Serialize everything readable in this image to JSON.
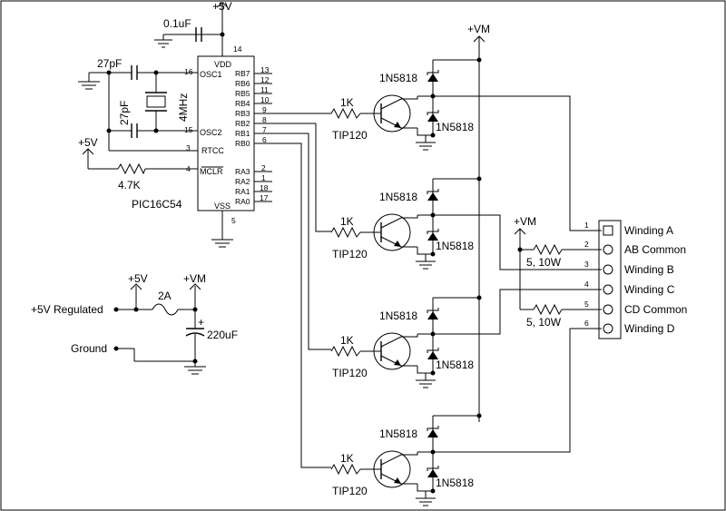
{
  "schematic": {
    "power": {
      "v5_top": "+5V",
      "vm_top": "+VM",
      "v5_left": "+5V",
      "v5_reg": "+5V",
      "vm_reg": "+VM",
      "vm_right": "+VM"
    },
    "pic": {
      "part": "PIC16C54",
      "vdd": "VDD",
      "vss": "VSS",
      "osc1": "OSC1",
      "osc2": "OSC2",
      "rtcc": "RTCC",
      "mclr": "MCLR",
      "rb_pins": [
        "RB7",
        "RB6",
        "RB5",
        "RB4",
        "RB3",
        "RB2",
        "RB1",
        "RB0"
      ],
      "rb_nums": [
        "13",
        "12",
        "11",
        "10",
        "9",
        "8",
        "7",
        "6"
      ],
      "ra_pins": [
        "RA3",
        "RA2",
        "RA1",
        "RA0"
      ],
      "ra_nums": [
        "2",
        "1",
        "18",
        "17"
      ],
      "num_vdd": "14",
      "num_vss": "5",
      "num_osc1": "16",
      "num_osc2": "15",
      "num_rtcc": "3",
      "num_mclr": "4"
    },
    "components": {
      "c_decouple": "0.1uF",
      "c_osc_top": "27pF",
      "c_osc_side": "27pF",
      "crystal": "4MHz",
      "r_mclr": "4.7K",
      "fuse": "2A",
      "c_bulk": "220uF",
      "c_bulk_polarity": "+",
      "r_base": "1K",
      "transistor": "TIP120",
      "diode": "1N5818",
      "r_common_ab": "5, 10W",
      "r_common_cd": "5, 10W"
    },
    "inputs": {
      "regulated": "+5V Regulated",
      "ground": "Ground"
    },
    "connector": {
      "pins": [
        {
          "num": "1",
          "label": "Winding A"
        },
        {
          "num": "2",
          "label": "AB Common"
        },
        {
          "num": "3",
          "label": "Winding B"
        },
        {
          "num": "4",
          "label": "Winding C"
        },
        {
          "num": "5",
          "label": "CD Common"
        },
        {
          "num": "6",
          "label": "Winding D"
        }
      ]
    }
  }
}
